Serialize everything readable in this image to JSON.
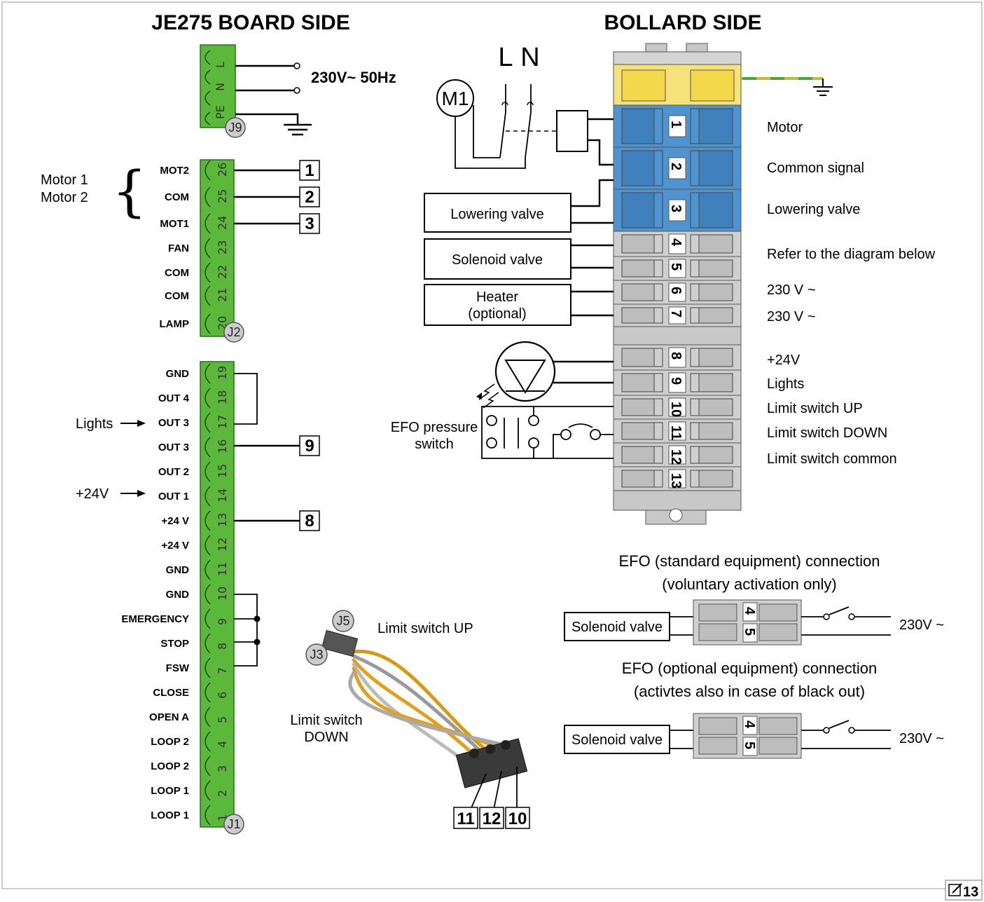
{
  "titles": {
    "board_side": "JE275 BOARD SIDE",
    "bollard_side": "BOLLARD SIDE"
  },
  "power": {
    "label": "230V~ 50Hz",
    "connector": "J9",
    "pins": [
      "L",
      "N",
      "PE"
    ]
  },
  "connector_j2": {
    "name": "J2",
    "brace_labels": [
      "Motor 1",
      "Motor 2"
    ],
    "pins": [
      {
        "num": "26",
        "label": "MOT2"
      },
      {
        "num": "25",
        "label": "COM"
      },
      {
        "num": "24",
        "label": "MOT1"
      },
      {
        "num": "23",
        "label": "FAN"
      },
      {
        "num": "22",
        "label": "COM"
      },
      {
        "num": "21",
        "label": "COM"
      },
      {
        "num": "20",
        "label": "LAMP"
      }
    ],
    "terminal_boxes": [
      "1",
      "2",
      "3"
    ]
  },
  "connector_j1": {
    "name": "J1",
    "pins": [
      {
        "num": "19",
        "label": "GND"
      },
      {
        "num": "18",
        "label": "OUT 4"
      },
      {
        "num": "17",
        "label": "OUT 3"
      },
      {
        "num": "16",
        "label": "OUT 3"
      },
      {
        "num": "15",
        "label": "OUT 2"
      },
      {
        "num": "14",
        "label": "OUT 1"
      },
      {
        "num": "13",
        "label": "+24 V"
      },
      {
        "num": "12",
        "label": "+24 V"
      },
      {
        "num": "11",
        "label": "GND"
      },
      {
        "num": "10",
        "label": "GND"
      },
      {
        "num": "9",
        "label": "EMERGENCY"
      },
      {
        "num": "8",
        "label": "STOP"
      },
      {
        "num": "7",
        "label": "FSW"
      },
      {
        "num": "6",
        "label": "CLOSE"
      },
      {
        "num": "5",
        "label": "OPEN A"
      },
      {
        "num": "4",
        "label": "LOOP 2"
      },
      {
        "num": "3",
        "label": "LOOP 2"
      },
      {
        "num": "2",
        "label": "LOOP 1"
      },
      {
        "num": "1",
        "label": "LOOP 1"
      }
    ],
    "arrow_labels": [
      "Lights",
      "+24V"
    ],
    "terminal_boxes": [
      "9",
      "8"
    ]
  },
  "bollard": {
    "motor_symbol": "M1",
    "switch_labels": [
      "L",
      "N"
    ],
    "terminals": [
      "1",
      "2",
      "3",
      "4",
      "5",
      "6",
      "7",
      "8",
      "9",
      "10",
      "11",
      "12",
      "13"
    ],
    "devices": {
      "lowering_valve": "Lowering valve",
      "solenoid_valve": "Solenoid valve",
      "heater_line1": "Heater",
      "heater_line2": "(optional)",
      "efo_line1": "EFO pressure",
      "efo_line2": "switch"
    },
    "descriptions": [
      "Motor",
      "Common signal",
      "Lowering valve",
      "Refer to the diagram below",
      "230 V ~",
      "230 V ~",
      "+24V",
      "Lights",
      "Limit switch UP",
      "Limit switch DOWN",
      "Limit switch common"
    ]
  },
  "limit_harness": {
    "connectors": [
      "J5",
      "J3"
    ],
    "label_up": "Limit switch UP",
    "label_down_line1": "Limit switch",
    "label_down_line2": "DOWN",
    "boxes": [
      "11",
      "12",
      "10"
    ]
  },
  "efo_standard": {
    "title_line1": "EFO (standard equipment) connection",
    "title_line2": "(voluntary activation only)",
    "device": "Solenoid valve",
    "terminals": [
      "4",
      "5"
    ],
    "voltage": "230V ~"
  },
  "efo_optional": {
    "title_line1": "EFO (optional equipment) connection",
    "title_line2": "(activtes also in case of black out)",
    "device": "Solenoid valve",
    "terminals": [
      "4",
      "5"
    ],
    "voltage": "230V ~"
  },
  "figure_number": "13",
  "colors": {
    "connector_green": "#5cb83a",
    "terminal_yellow": "#f5e27a",
    "terminal_blue": "#4f93cf",
    "terminal_grey": "#cfcfcf",
    "earth_wire": "#c8b82e",
    "wire_orange": "#e0a020"
  }
}
